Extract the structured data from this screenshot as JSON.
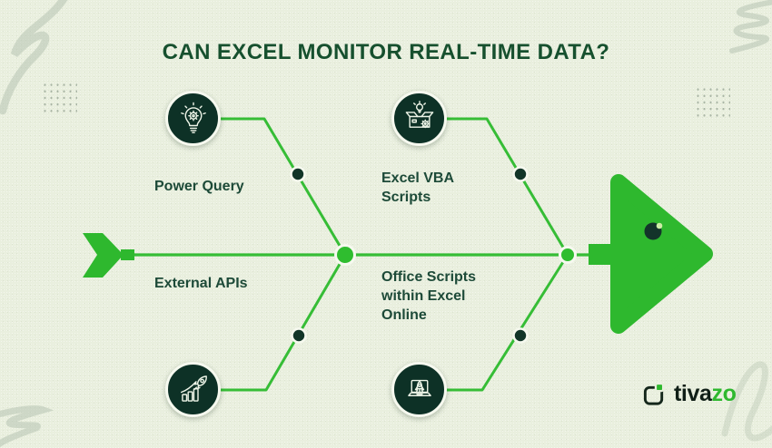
{
  "title": "CAN EXCEL MONITOR REAL-TIME DATA?",
  "branches": [
    {
      "id": "power-query",
      "label": "Power Query",
      "icon": "lightbulb-gear-icon",
      "position": "top-left"
    },
    {
      "id": "excel-vba",
      "label": "Excel VBA Scripts",
      "icon": "box-idea-gear-icon",
      "position": "top-right"
    },
    {
      "id": "external-apis",
      "label": "External APIs",
      "icon": "rocket-bar-chart-icon",
      "position": "bottom-left"
    },
    {
      "id": "office-scripts",
      "label": "Office Scripts within Excel Online",
      "icon": "laptop-rocket-icon",
      "position": "bottom-right"
    }
  ],
  "brand": {
    "name": "tivazo",
    "text_dark": "tiva",
    "text_green": "zo"
  },
  "colors": {
    "background": "#e9efde",
    "line_green": "#36bd36",
    "accent_green": "#2eb82e",
    "dark_circle": "#0d3126",
    "title_text": "#16502e",
    "label_text": "#1d4a38"
  }
}
